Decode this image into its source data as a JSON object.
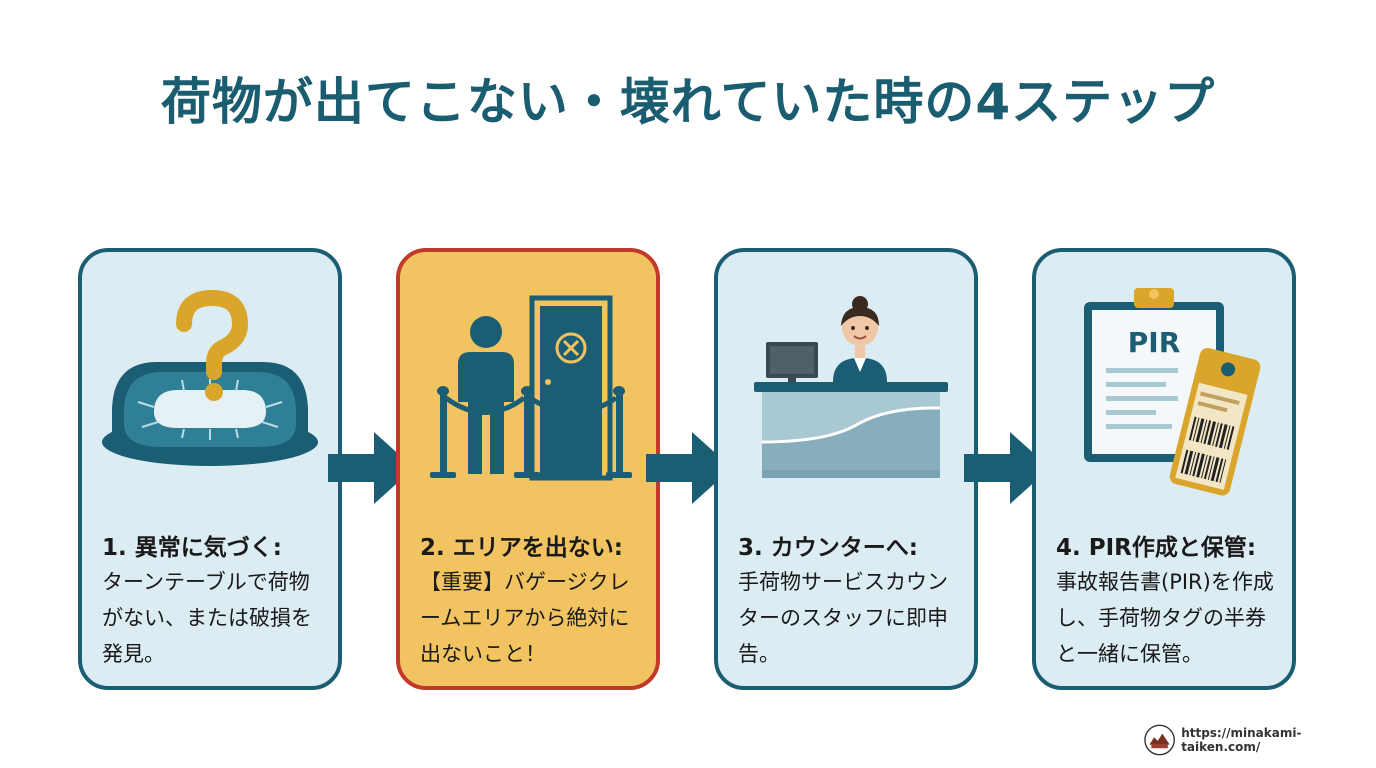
{
  "title": "荷物が出てこない・壊れていた時の4ステップ",
  "steps": [
    {
      "heading": "1. 異常に気づく:",
      "body": "ターンテーブルで荷物がない、または破損を発見。",
      "icon": "baggage-carousel-question-icon"
    },
    {
      "heading": "2. エリアを出ない:",
      "body": "【重要】バゲージクレームエリアから絶対に出ないこと！",
      "icon": "person-barrier-exit-door-icon"
    },
    {
      "heading": "3. カウンターへ:",
      "body": "手荷物サービスカウンターのスタッフに即申告。",
      "icon": "service-counter-staff-icon"
    },
    {
      "heading": "4. PIR作成と保管:",
      "body": "事故報告書(PIR)を作成し、手荷物タグの半券と一緒に保管。",
      "icon": "pir-clipboard-baggage-tag-icon"
    }
  ],
  "pir_label": "PIR",
  "footer": {
    "url": "https://minakami-taiken.com/",
    "logo_icon": "site-logo-icon"
  },
  "colors": {
    "title": "#1a5c70",
    "border": "#1b5e73",
    "card_bg": "#dcecf3",
    "highlight_bg": "#f2c461",
    "highlight_border": "#c0392b",
    "arrow": "#1b5e73"
  }
}
